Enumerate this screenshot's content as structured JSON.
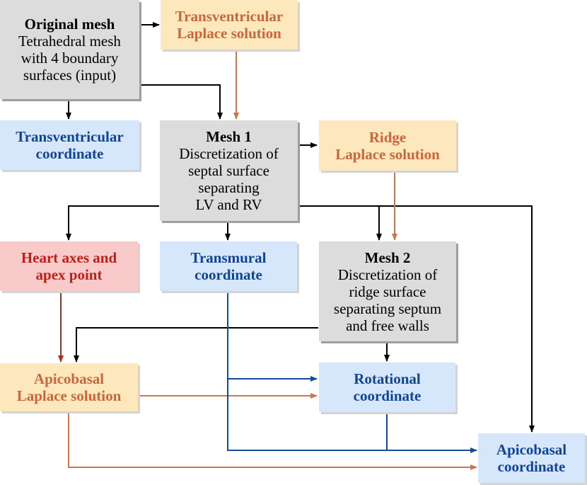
{
  "colors": {
    "black_arrow": "#000000",
    "orange_arrow": "#d27444",
    "red_arrow": "#b2291e",
    "blue_arrow": "#134b99",
    "gray_box": "#dcdcdc",
    "tan_box": "#fde8bd",
    "blue_box": "#d6e6fb",
    "red_box": "#f8caca"
  },
  "nodes": {
    "original_mesh": {
      "title": "Original mesh",
      "lines": [
        "Tetrahedral mesh",
        "with 4 boundary",
        "surfaces (input)"
      ]
    },
    "transventricular_laplace": {
      "lines": [
        "Transventricular",
        "Laplace solution"
      ]
    },
    "transventricular_coordinate": {
      "lines": [
        "Transventricular",
        "coordinate"
      ]
    },
    "mesh1": {
      "title": "Mesh 1",
      "lines": [
        "Discretization of",
        "septal surface",
        "separating",
        "LV and RV"
      ]
    },
    "ridge_laplace": {
      "lines": [
        "Ridge",
        "Laplace solution"
      ]
    },
    "heart_axes": {
      "lines": [
        "Heart axes and",
        "apex point"
      ]
    },
    "transmural_coordinate": {
      "lines": [
        "Transmural",
        "coordinate"
      ]
    },
    "mesh2": {
      "title": "Mesh 2",
      "lines": [
        "Discretization of",
        "ridge surface",
        "separating septum",
        "and free walls"
      ]
    },
    "apicobasal_laplace": {
      "lines": [
        "Apicobasal",
        "Laplace solution"
      ]
    },
    "rotational_coordinate": {
      "lines": [
        "Rotational",
        "coordinate"
      ]
    },
    "apicobasal_coordinate": {
      "lines": [
        "Apicobasal",
        "coordinate"
      ]
    }
  }
}
